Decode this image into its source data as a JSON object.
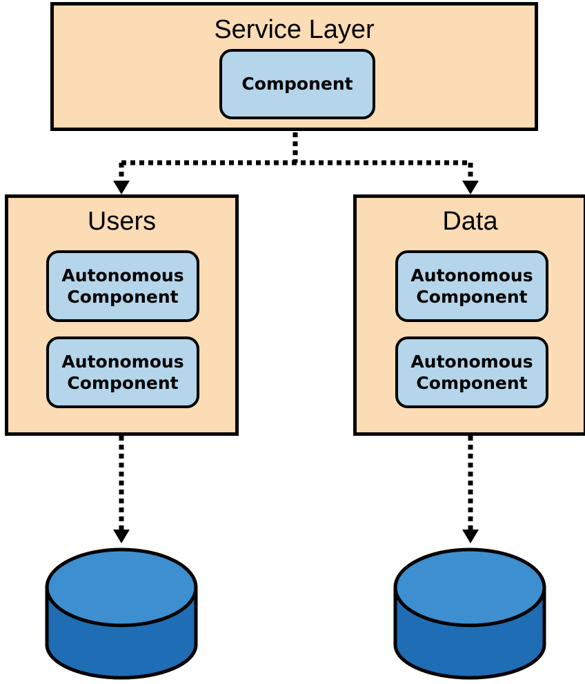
{
  "diagram": {
    "service_layer": {
      "title": "Service Layer",
      "component": "Component"
    },
    "users": {
      "title": "Users",
      "components": [
        {
          "line1": "Autonomous",
          "line2": "Component"
        },
        {
          "line1": "Autonomous",
          "line2": "Component"
        }
      ]
    },
    "data": {
      "title": "Data",
      "components": [
        {
          "line1": "Autonomous",
          "line2": "Component"
        },
        {
          "line1": "Autonomous",
          "line2": "Component"
        }
      ]
    },
    "colors": {
      "layer_fill": "#fcdcb5",
      "component_fill": "#b4d5ea",
      "database_fill": "#3e8fcf",
      "database_dark": "#1f6db4",
      "outline": "#000000"
    }
  }
}
